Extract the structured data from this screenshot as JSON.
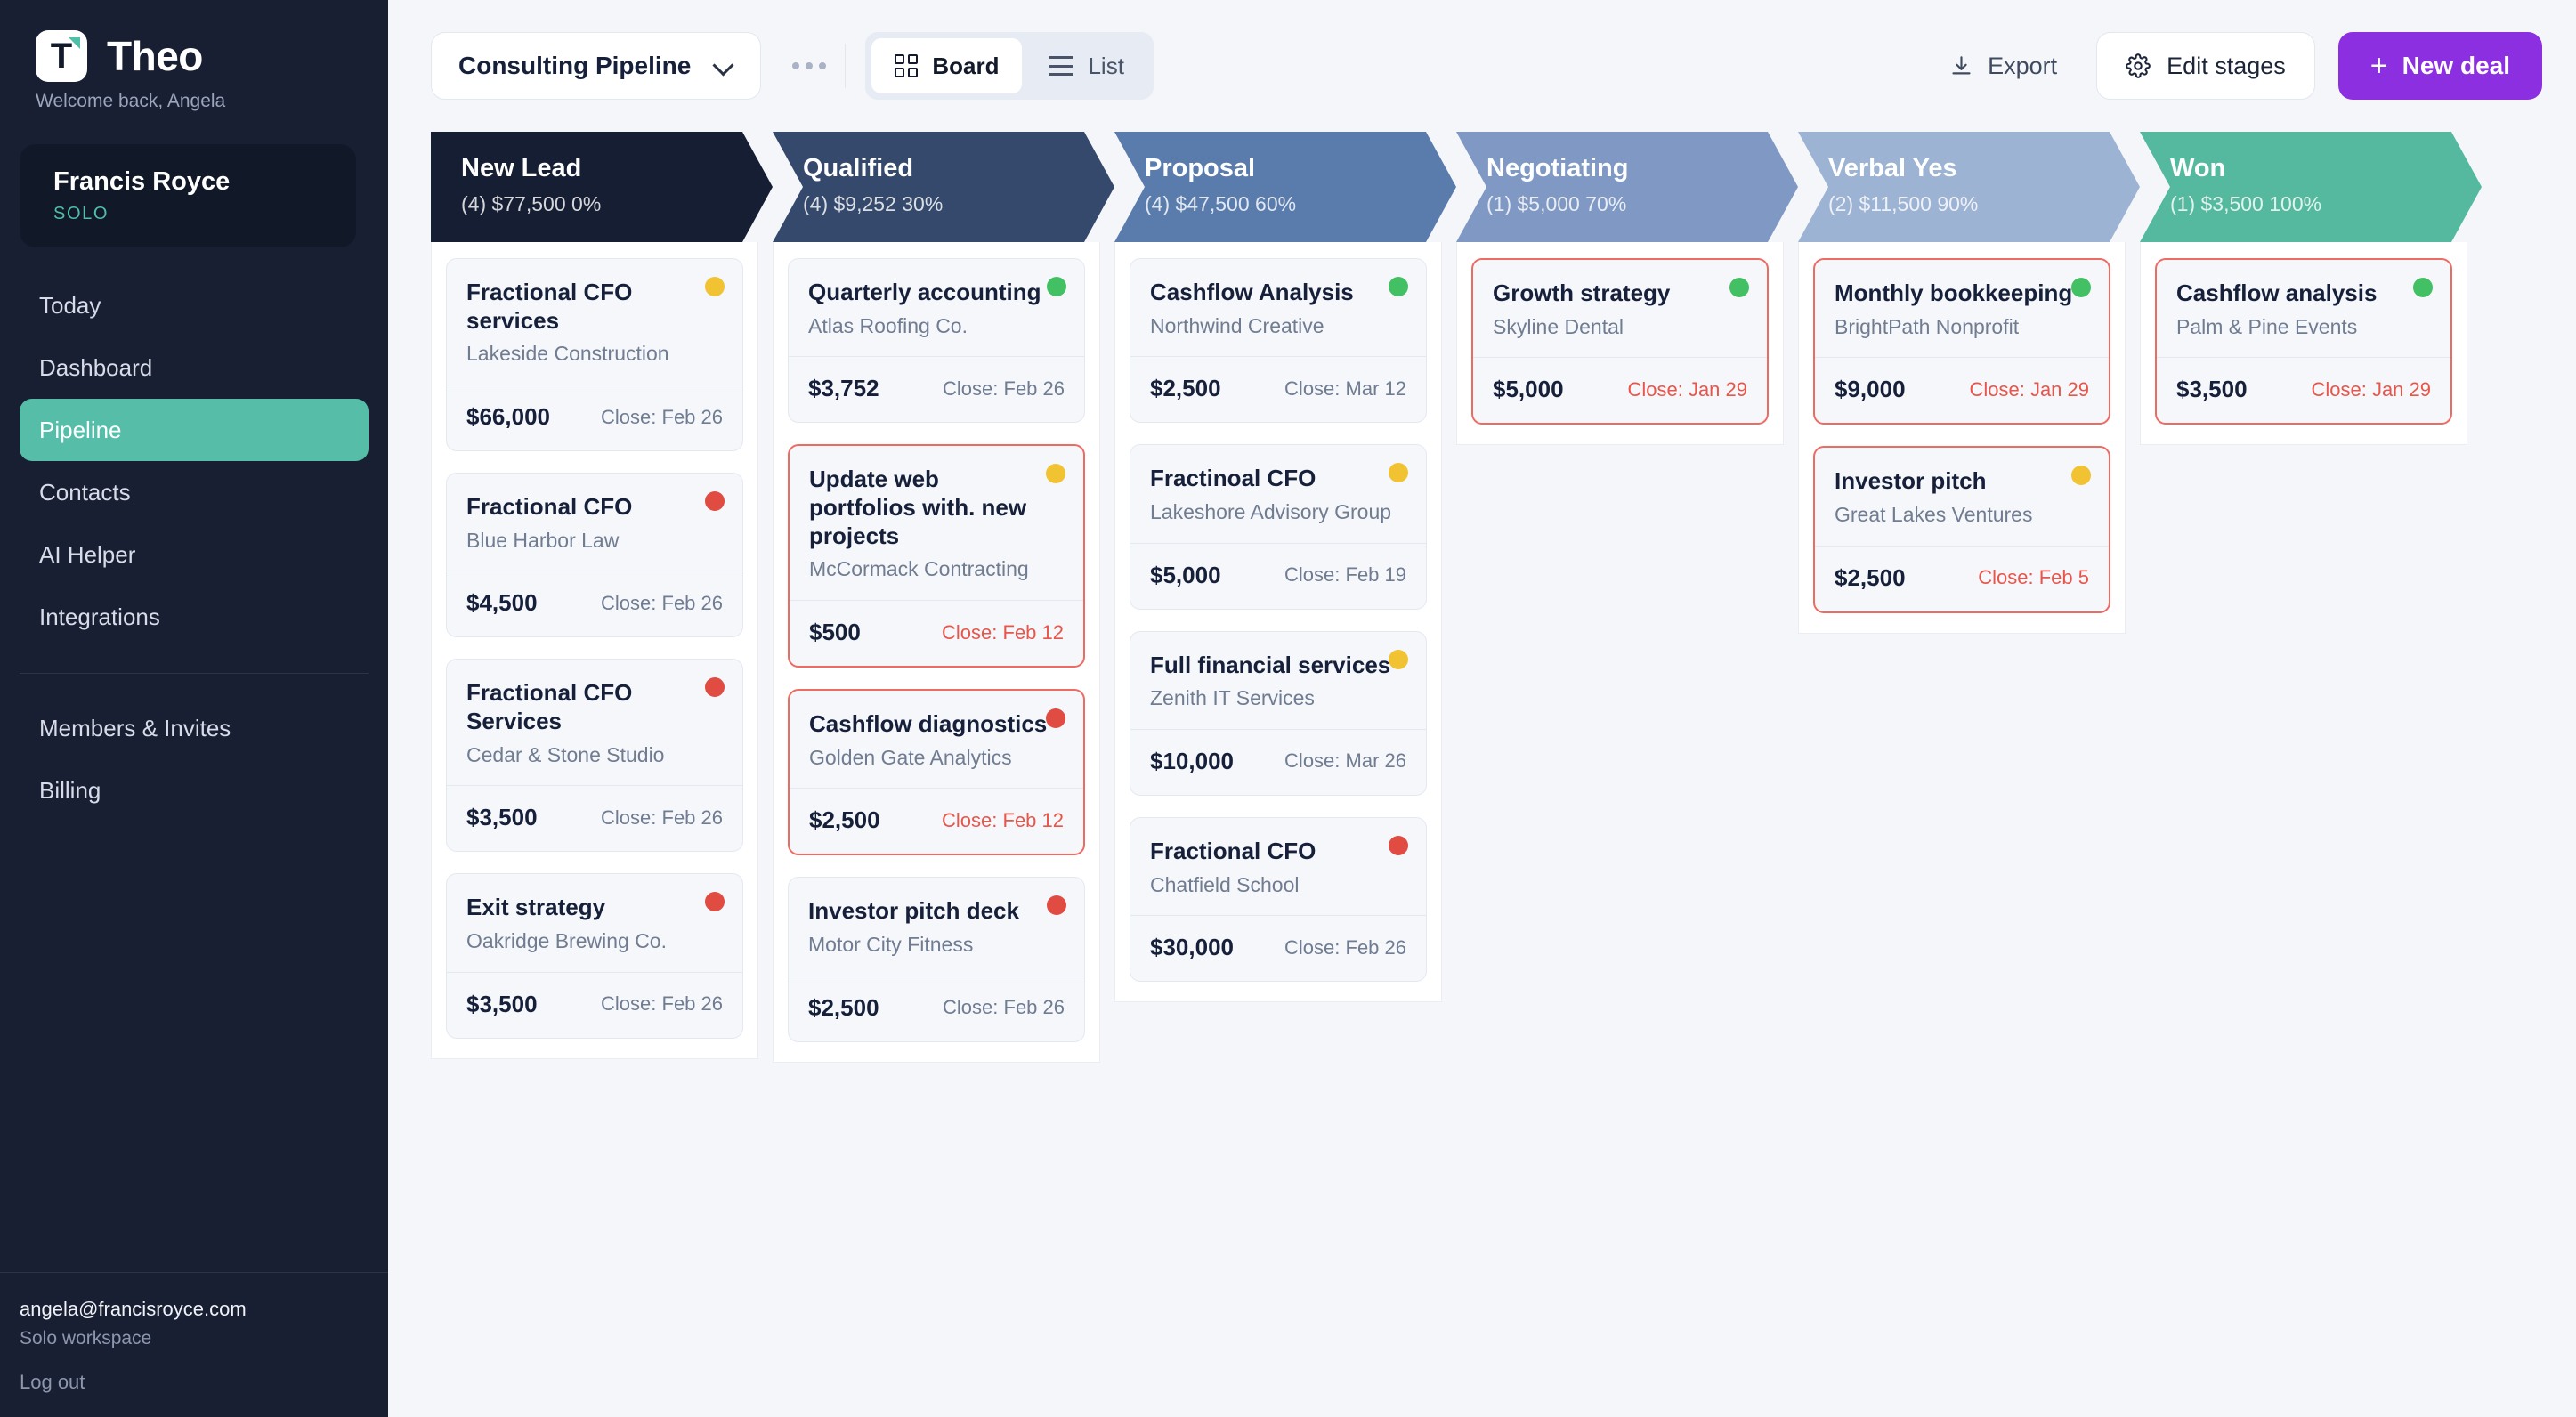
{
  "sidebar": {
    "brand": "Theo",
    "logo_letter": "T",
    "welcome": "Welcome back, Angela",
    "profile": {
      "name": "Francis Royce",
      "plan": "SOLO"
    },
    "nav": [
      {
        "label": "Today",
        "active": false
      },
      {
        "label": "Dashboard",
        "active": false
      },
      {
        "label": "Pipeline",
        "active": true
      },
      {
        "label": "Contacts",
        "active": false
      },
      {
        "label": "AI Helper",
        "active": false
      },
      {
        "label": "Integrations",
        "active": false
      }
    ],
    "nav_secondary": [
      {
        "label": "Members & Invites"
      },
      {
        "label": "Billing"
      }
    ],
    "footer": {
      "email": "angela@francisroyce.com",
      "workspace": "Solo workspace",
      "logout": "Log out"
    },
    "accent": "#55bda8"
  },
  "toolbar": {
    "pipeline_name": "Consulting Pipeline",
    "more_icon": "ellipsis-icon",
    "views": [
      {
        "label": "Board",
        "icon": "grid-icon",
        "active": true
      },
      {
        "label": "List",
        "icon": "list-icon",
        "active": false
      }
    ],
    "export_label": "Export",
    "export_icon": "download-icon",
    "edit_stages_label": "Edit stages",
    "edit_stages_icon": "gear-icon",
    "new_deal_label": "New deal",
    "new_deal_icon": "plus-icon",
    "new_deal_color": "#8b2fe0"
  },
  "board": {
    "columns": [
      {
        "title": "New Lead",
        "meta": "(4) $77,500  0%",
        "count": 4,
        "total": "$77,500",
        "probability": "0%",
        "color": "#161e33",
        "cards": [
          {
            "title": "Fractional CFO services",
            "company": "Lakeside Construction",
            "amount": "$66,000",
            "close": "Close: Feb 26",
            "dot": "yellow",
            "overdue": false
          },
          {
            "title": "Fractional CFO",
            "company": "Blue Harbor Law",
            "amount": "$4,500",
            "close": "Close: Feb 26",
            "dot": "red",
            "overdue": false
          },
          {
            "title": "Fractional CFO Services",
            "company": "Cedar & Stone Studio",
            "amount": "$3,500",
            "close": "Close: Feb 26",
            "dot": "red",
            "overdue": false
          },
          {
            "title": "Exit strategy",
            "company": "Oakridge Brewing Co.",
            "amount": "$3,500",
            "close": "Close: Feb 26",
            "dot": "red",
            "overdue": false
          }
        ]
      },
      {
        "title": "Qualified",
        "meta": "(4) $9,252  30%",
        "count": 4,
        "total": "$9,252",
        "probability": "30%",
        "color": "#34496b",
        "cards": [
          {
            "title": "Quarterly accounting",
            "company": "Atlas Roofing Co.",
            "amount": "$3,752",
            "close": "Close: Feb 26",
            "dot": "green",
            "overdue": false
          },
          {
            "title": "Update web portfolios with. new projects",
            "company": "McCormack Contracting",
            "amount": "$500",
            "close": "Close: Feb 12",
            "dot": "yellow",
            "overdue": true
          },
          {
            "title": "Cashflow diagnostics",
            "company": "Golden Gate Analytics",
            "amount": "$2,500",
            "close": "Close: Feb 12",
            "dot": "red",
            "overdue": true
          },
          {
            "title": "Investor pitch deck",
            "company": "Motor City Fitness",
            "amount": "$2,500",
            "close": "Close: Feb 26",
            "dot": "red",
            "overdue": false
          }
        ]
      },
      {
        "title": "Proposal",
        "meta": "(4) $47,500  60%",
        "count": 4,
        "total": "$47,500",
        "probability": "60%",
        "color": "#4c6somename",
        "cards": [
          {
            "title": "Cashflow Analysis",
            "company": "Northwind Creative",
            "amount": "$2,500",
            "close": "Close: Mar 12",
            "dot": "green",
            "overdue": false
          },
          {
            "title": "Fractinoal CFO",
            "company": "Lakeshore Advisory Group",
            "amount": "$5,000",
            "close": "Close: Feb 19",
            "dot": "yellow",
            "overdue": false
          },
          {
            "title": "Full financial services",
            "company": "Zenith IT Services",
            "amount": "$10,000",
            "close": "Close: Mar 26",
            "dot": "yellow",
            "overdue": false
          },
          {
            "title": "Fractional CFO",
            "company": "Chatfield School",
            "amount": "$30,000",
            "close": "Close: Feb 26",
            "dot": "red",
            "overdue": false
          }
        ]
      },
      {
        "title": "Negotiating",
        "meta": "(1) $5,000  70%",
        "count": 1,
        "total": "$5,000",
        "probability": "70%",
        "color": "#8099c4",
        "cards": [
          {
            "title": "Growth strategy",
            "company": "Skyline Dental",
            "amount": "$5,000",
            "close": "Close: Jan 29",
            "dot": "green",
            "overdue": true
          }
        ]
      },
      {
        "title": "Verbal Yes",
        "meta": "(2) $11,500  90%",
        "count": 2,
        "total": "$11,500",
        "probability": "90%",
        "color": "#9db3d3",
        "cards": [
          {
            "title": "Monthly bookkeeping",
            "company": "BrightPath Nonprofit",
            "amount": "$9,000",
            "close": "Close: Jan 29",
            "dot": "green",
            "overdue": true
          },
          {
            "title": "Investor pitch",
            "company": "Great Lakes Ventures",
            "amount": "$2,500",
            "close": "Close: Feb 5",
            "dot": "yellow",
            "overdue": true
          }
        ]
      },
      {
        "title": "Won",
        "meta": "(1) $3,500  100%",
        "count": 1,
        "total": "$3,500",
        "probability": "100%",
        "color": "#55b99f",
        "cards": [
          {
            "title": "Cashflow analysis",
            "company": "Palm & Pine Events",
            "amount": "$3,500",
            "close": "Close: Jan 29",
            "dot": "green",
            "overdue": true
          }
        ]
      }
    ]
  }
}
